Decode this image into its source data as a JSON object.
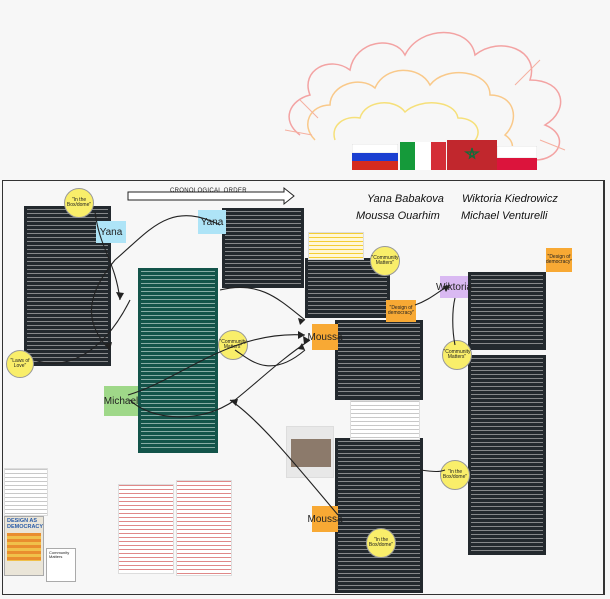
{
  "board": {
    "timeline_label": "CRONOLOGICAL ORDER",
    "team": {
      "member1": "Yana Babakova",
      "member2": "Wiktoria Kiedrowicz",
      "member3": "Moussa Ouarhim",
      "member4": "Michael Venturelli"
    },
    "name_stickies": {
      "yana_left": "Yana",
      "yana_right": "Yana",
      "michael": "Michael",
      "moussa_top": "Moussa",
      "moussa_bottom": "Moussa",
      "wiktoria": "Wiktoria"
    },
    "circle_labels": {
      "c1": "\"In the Box/dome\"",
      "c2": "\"Community Matters\"",
      "c3": "\"Community Matters\"",
      "c4": "\"Laws of Love\"",
      "c5": "\"Community Matters\"",
      "c6": "\"In the Box/dome\"",
      "c7": "\"In the Box/dome\""
    },
    "orange_labels": {
      "o1": "\"Design of democracy\"",
      "o2": "\"Design of democracy\""
    },
    "book": {
      "title_line1": "DESIGN AS",
      "title_line2": "DEMOCRACY",
      "subtitle": "Community Matters"
    },
    "colors": {
      "dark_note": "#23292e",
      "green_note": "#13544a",
      "name_blue": "#aee4f7",
      "name_green": "#9fd889",
      "name_orange": "#f8a934",
      "name_purple": "#d9b9f2",
      "circle_yellow": "#f9ee6a"
    }
  }
}
